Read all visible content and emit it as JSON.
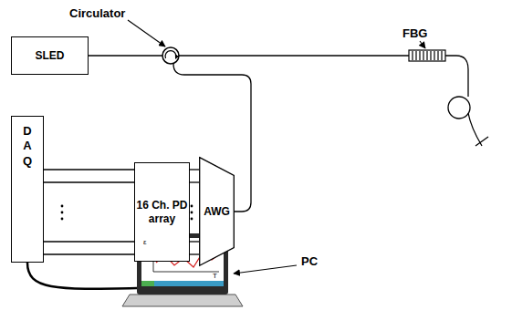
{
  "diagram": {
    "nodes": [
      {
        "text": [
          "SLED"
        ]
      },
      {
        "text": [
          "D A Q"
        ]
      },
      {
        "text": [
          "16 Ch. PD array"
        ]
      },
      {
        "text": [
          "AWG"
        ]
      }
    ],
    "edges": [
      {
        "from": 3,
        "to": 2,
        "arrow": "none"
      },
      {
        "from": 3,
        "to": 2,
        "arrow": "none"
      },
      {
        "from": 3,
        "to": 2,
        "arrow": "none"
      },
      {
        "from": 3,
        "to": 2,
        "arrow": "none"
      },
      {
        "from": 2,
        "to": 1,
        "arrow": "none"
      },
      {
        "from": 2,
        "to": 1,
        "arrow": "none"
      },
      {
        "from": 2,
        "to": 1,
        "arrow": "none"
      },
      {
        "from": 2,
        "to": 1,
        "arrow": "none"
      }
    ],
    "labels": [
      "Circulator",
      "FBG",
      "PC",
      "ε",
      "T"
    ]
  }
}
